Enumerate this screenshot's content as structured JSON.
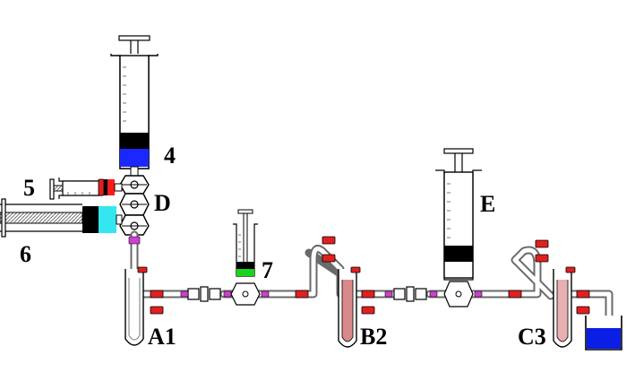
{
  "labels": {
    "syringe_4": "4",
    "syringe_5": "5",
    "syringe_6": "6",
    "syringe_7": "7",
    "valve_d": "D",
    "syringe_e": "E",
    "vessel_a1": "A1",
    "vessel_b2": "B2",
    "vessel_c3": "C3"
  },
  "colors": {
    "syringe_4_liquid": "#1a28ff",
    "syringe_5_liquid": "#ff1a1a",
    "syringe_6_liquid": "#33e6f0",
    "syringe_7_liquid": "#19d419",
    "beaker_liquid": "#0a1ee6",
    "fitting_red": "#e02020",
    "fitting_magenta": "#d040d0",
    "plunger": "#000000",
    "b2_contents": "#d88a8a",
    "c3_contents": "#e8b0b0"
  }
}
